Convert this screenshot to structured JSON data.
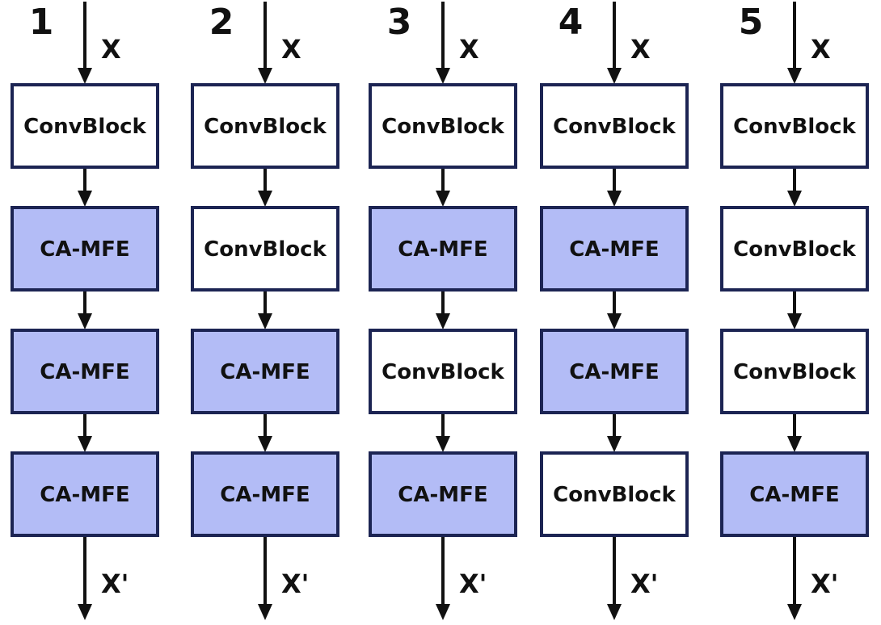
{
  "colors": {
    "border": "#1c2453",
    "ca_mfe_fill": "#b3bcf6",
    "convblock_fill": "#ffffff",
    "arrow": "#111111"
  },
  "block_types": {
    "conv": "ConvBlock",
    "camfe": "CA-MFE"
  },
  "columns": [
    {
      "number": "1",
      "input_label": "X",
      "output_label": "X'",
      "blocks": [
        "conv",
        "camfe",
        "camfe",
        "camfe"
      ]
    },
    {
      "number": "2",
      "input_label": "X",
      "output_label": "X'",
      "blocks": [
        "conv",
        "conv",
        "camfe",
        "camfe"
      ]
    },
    {
      "number": "3",
      "input_label": "X",
      "output_label": "X'",
      "blocks": [
        "conv",
        "camfe",
        "conv",
        "camfe"
      ]
    },
    {
      "number": "4",
      "input_label": "X",
      "output_label": "X'",
      "blocks": [
        "conv",
        "camfe",
        "camfe",
        "conv"
      ]
    },
    {
      "number": "5",
      "input_label": "X",
      "output_label": "X'",
      "blocks": [
        "conv",
        "conv",
        "conv",
        "camfe"
      ]
    }
  ]
}
